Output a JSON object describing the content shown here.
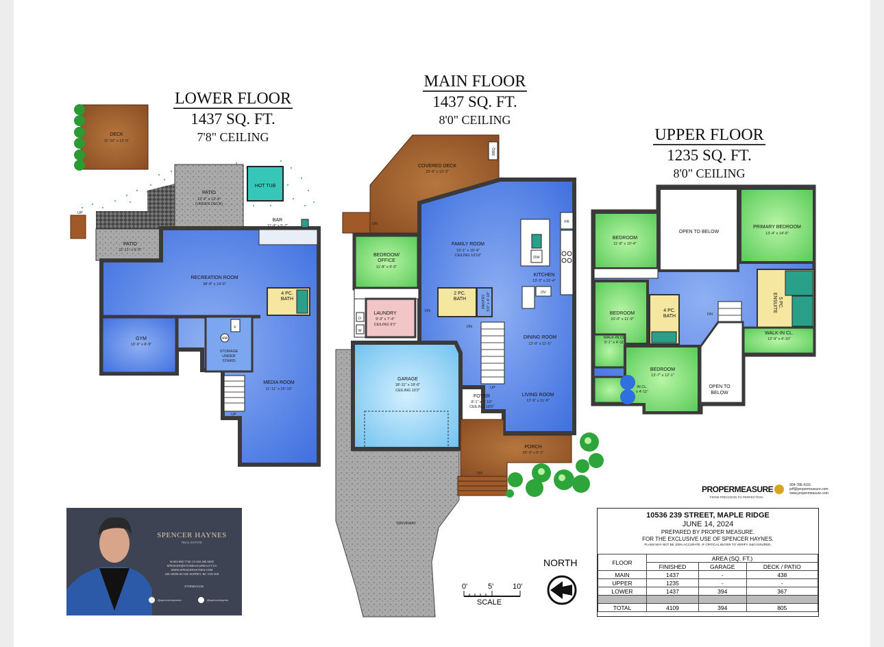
{
  "floors": {
    "lower": {
      "name": "LOWER FLOOR",
      "area": "1437 SQ. FT.",
      "ceiling": "7'8\" CEILING"
    },
    "main": {
      "name": "MAIN FLOOR",
      "area": "1437 SQ. FT.",
      "ceiling": "8'0\" CEILING"
    },
    "upper": {
      "name": "UPPER FLOOR",
      "area": "1235 SQ. FT.",
      "ceiling": "8'0\" CEILING"
    }
  },
  "rooms": {
    "deck": {
      "name": "DECK",
      "dim": "11'-10\" x 12'-0\""
    },
    "patio_under": {
      "name": "PATIO",
      "dim": "13'-2\" x 12'-4\"",
      "note": "(UNDER DECK)"
    },
    "hot_tub": {
      "name": "HOT TUB"
    },
    "bar": {
      "name": "BAR",
      "dim": "11'-9\" x 5'-7\""
    },
    "patio": {
      "name": "PATIO",
      "dim": "11'-11\" x 6'-0\""
    },
    "recreation": {
      "name": "RECREATION ROOM",
      "dim": "38'-8\" x 14'-6\""
    },
    "bath4_lower": {
      "name": "4 PC.",
      "name2": "BATH"
    },
    "gym": {
      "name": "GYM",
      "dim": "13'-9\" x 8'-9\""
    },
    "storage": {
      "l1": "STORAGE",
      "l2": "UNDER",
      "l3": "STAIRS"
    },
    "media": {
      "name": "MEDIA ROOM",
      "dim": "11'-11\" x 25'-10\""
    },
    "covered_deck": {
      "name": "COVERED DECK",
      "dim": "23'-6\" x 12'-3\""
    },
    "bbq": {
      "name": "BBQ"
    },
    "bedroom_office": {
      "name": "BEDROOM/",
      "name2": "OFFICE",
      "dim": "11'-8\" x 9'-3\""
    },
    "family": {
      "name": "FAMILY ROOM",
      "dim": "15'-1\" x 15'-4\"",
      "note": "CEILING 10'10\""
    },
    "kitchen": {
      "name": "KITCHEN",
      "dim": "13'-3\" x 21'-4\""
    },
    "laundry": {
      "name": "LAUNDRY",
      "dim": "9'-3\" x 7'-4\"",
      "note": "CEILING 9'1\""
    },
    "bath2": {
      "name": "2 PC.",
      "name2": "BATH"
    },
    "pantry": {
      "name": "PANTRY",
      "dim": "5'0\" x 4'-10\""
    },
    "dining": {
      "name": "DINING ROOM",
      "dim": "12'-9\" x 11'-5\""
    },
    "garage": {
      "name": "GARAGE",
      "dim": "18'-11\" x 19'-6\"",
      "note": "CEILING 10'2\""
    },
    "foyer": {
      "name": "FOYER",
      "dim": "8'-1\" x 7'-10\"",
      "note": "CEILING 18'0\""
    },
    "living": {
      "name": "LIVING ROOM",
      "dim": "12'-9\" x 11'-6\""
    },
    "porch": {
      "name": "PORCH",
      "dim": "20'-3\" x 5'-1\""
    },
    "driveway": {
      "name": "DRIVEWAY"
    },
    "bed_u1": {
      "name": "BEDROOM",
      "dim": "11'-8\" x 10'-4\""
    },
    "open_below_1": {
      "name": "OPEN TO BELOW"
    },
    "primary": {
      "name": "PRIMARY BEDROOM",
      "dim": "13'-4\" x 14'-8\""
    },
    "bed_u2": {
      "name": "BEDROOM",
      "dim": "10'-0\" x 11'-9\""
    },
    "bath4_upper": {
      "name": "4 PC.",
      "name2": "BATH"
    },
    "ensuite": {
      "name": "5 PC.",
      "name2": "ENSUITE"
    },
    "walkin_primary": {
      "name": "WALK-IN CL.",
      "dim": "12'-9\" x 4'-10\""
    },
    "walkin_small": {
      "name": "WALK-IN CL.",
      "dim": "5'-1\" x 4'-11\""
    },
    "bed_u3": {
      "name": "BEDROOM",
      "dim": "13'-7\" x 12'-1\""
    },
    "inclos": {
      "name": "IN CL.",
      "dim": "x 4'-11\""
    },
    "open_below_2": {
      "name": "OPEN TO",
      "name2": "BELOW"
    }
  },
  "marks": {
    "up": "UP",
    "dn": "DN",
    "fr": "FR",
    "dw": "DW",
    "ov": "OV",
    "hw": "HW",
    "f": "F",
    "d": "D",
    "w": "W"
  },
  "agent": {
    "brand": "SPENCER HAYNES",
    "sub": "REAL ESTATE",
    "line1": "M 604 880 7730 | O 604 462 5000",
    "line2": "SPENCER@STONEHAUSREALTY.CA",
    "line3": "WWW.SPENCERHAYNES.COM",
    "line4": "196 19025 64 AVE SURREY, BC V4N 1K8",
    "company": "STONEHAUS",
    "social1": "@spencerhaynesre",
    "social2": "@spencerhaynes"
  },
  "info": {
    "address": "10536 239 STREET, MAPLE RIDGE",
    "date": "JUNE 14, 2024",
    "prepared": "PREPARED BY PROPER MEASURE.",
    "use": "FOR THE EXCLUSIVE USE OF SPENCER HAYNES.",
    "disclaimer": "PLANS MAY NOT BE 100% ACCURATE. IF CRITICAL BUYER TO VERIFY. E&O INSURED."
  },
  "area_table": {
    "h_floor": "FLOOR",
    "h_area": "AREA (SQ. FT.)",
    "cols": [
      "FINISHED",
      "GARAGE",
      "DECK / PATIO"
    ],
    "rows": [
      {
        "floor": "MAIN",
        "finished": "1437",
        "garage": "-",
        "deck": "438"
      },
      {
        "floor": "UPPER",
        "finished": "1235",
        "garage": "-",
        "deck": "-"
      },
      {
        "floor": "LOWER",
        "finished": "1437",
        "garage": "394",
        "deck": "367"
      }
    ],
    "total": {
      "floor": "TOTAL",
      "finished": "4109",
      "garage": "394",
      "deck": "805"
    }
  },
  "compass": {
    "label": "NORTH"
  },
  "scale": {
    "t0": "0'",
    "t5": "5'",
    "t10": "10'",
    "label": "SCALE"
  },
  "brand_logo": {
    "name": "PROPERMEASURE",
    "tag": "FROM PRECISION TO PERFECTION",
    "phone": "604-786-4191",
    "email": "jeff@propermeasure.com",
    "web": "www.propermeasure.com"
  },
  "colors": {
    "blue": "#4f7fe8",
    "green": "#6fdc6a",
    "wood": "#9a5a2e",
    "garage": "#8fd0f2",
    "tile": "#bfe0f0",
    "concrete": "#a8a8a8",
    "pink": "#f2c6c6",
    "wall": "#3a3a3a"
  }
}
